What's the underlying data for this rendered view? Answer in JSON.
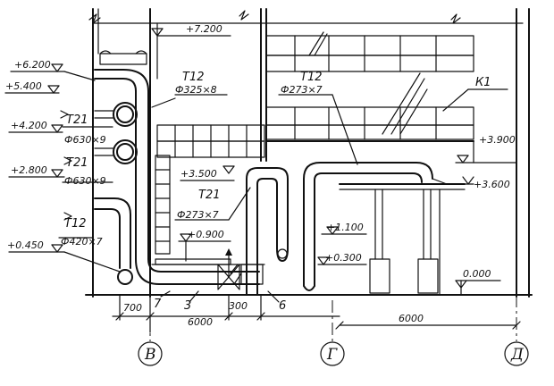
{
  "elevations": {
    "e7200": "+7.200",
    "e6200": "+6.200",
    "e5400": "+5.400",
    "e4200": "+4.200",
    "e3900": "+3.900",
    "e3600": "+3.600",
    "e3500": "+3.500",
    "e2800": "+2.800",
    "e1100": "+1.100",
    "e0900": "+0.900",
    "e0450": "+0.450",
    "e0300": "+0.300",
    "e0000": "0.000"
  },
  "pipes": {
    "t12_top": {
      "mark": "T12",
      "size": "Ф325×8"
    },
    "t12_mid": {
      "mark": "T12",
      "size": "Ф273×7"
    },
    "t21_upper": {
      "mark": "T21",
      "size": "Ф630×9"
    },
    "t21_lower": {
      "mark": "T21",
      "size": "Ф630×9"
    },
    "t21_mid": {
      "mark": "T21",
      "size": "Ф273×7"
    },
    "t12_left": {
      "mark": "T12",
      "size": "Ф420×7"
    }
  },
  "marks": {
    "k1": "К1",
    "n7": "7",
    "n3": "3",
    "n6": "6"
  },
  "dimensions": {
    "d700": "700",
    "d300": "300",
    "span_left": "6000",
    "span_right": "6000"
  },
  "axes": {
    "a1": "В",
    "a2": "Г",
    "a3": "Д"
  }
}
